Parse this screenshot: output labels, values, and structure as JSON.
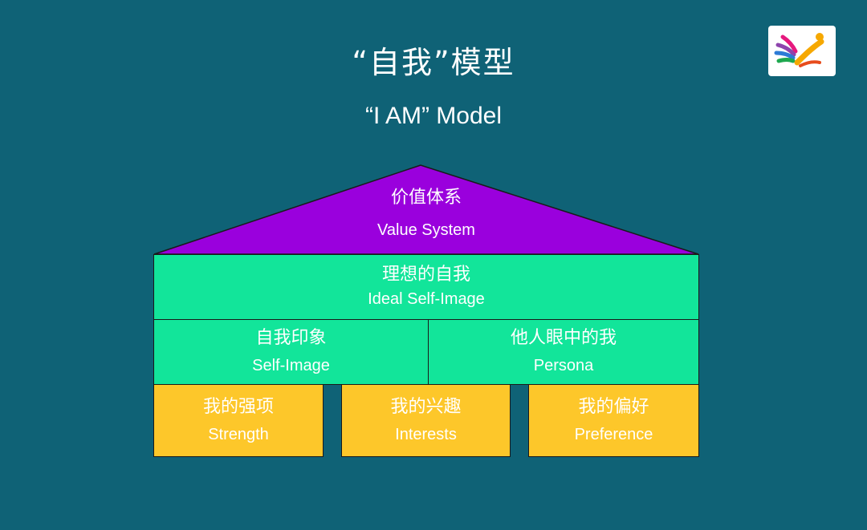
{
  "title": {
    "zh": "“自我”模型",
    "en": "“I AM” Model"
  },
  "logo": {
    "icon": "colorful-fan-figure-logo-icon",
    "colors": [
      "#e6197e",
      "#8e44ad",
      "#2d7bd6",
      "#1fa84f",
      "#f6a800",
      "#e74c1c"
    ]
  },
  "colors": {
    "background": "#0f6276",
    "roof": "#9a00dd",
    "green": "#12e59a",
    "yellow": "#fdc72a",
    "text": "#ffffff"
  },
  "diagram": {
    "roof": {
      "zh": "价值体系",
      "en": "Value System"
    },
    "ideal": {
      "zh": "理想的自我",
      "en": "Ideal Self-Image"
    },
    "self_image": {
      "zh": "自我印象",
      "en": "Self-Image"
    },
    "persona": {
      "zh": "他人眼中的我",
      "en": "Persona"
    },
    "strength": {
      "zh": "我的强项",
      "en": "Strength"
    },
    "interests": {
      "zh": "我的兴趣",
      "en": "Interests"
    },
    "preference": {
      "zh": "我的偏好",
      "en": "Preference"
    }
  }
}
